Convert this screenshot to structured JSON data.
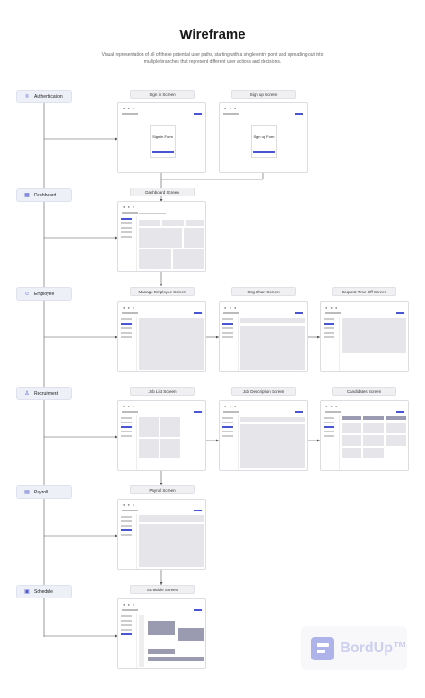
{
  "header": {
    "title": "Wireframe",
    "subtitle": "Visual representation of all of these potential user paths, starting with a single entry point and spreading out into multiple branches that represent different user actions and decisions."
  },
  "sections": [
    {
      "label": "Authentication",
      "icon": "fingerprint-icon"
    },
    {
      "label": "Dashboard",
      "icon": "dashboard-icon"
    },
    {
      "label": "Employee",
      "icon": "users-icon"
    },
    {
      "label": "Recruitment",
      "icon": "user-add-icon"
    },
    {
      "label": "Payroll",
      "icon": "document-icon"
    },
    {
      "label": "Schedule",
      "icon": "calendar-icon"
    }
  ],
  "screens": {
    "sign_in": {
      "label": "Sign in Screen",
      "form": "Sign in Form"
    },
    "sign_up": {
      "label": "Sign up Screen",
      "form": "Sign up Form"
    },
    "dashboard": {
      "label": "Dashboard Screen"
    },
    "manage_employee": {
      "label": "Manage Employee Screen"
    },
    "org_chart": {
      "label": "Org Chart Screen"
    },
    "request_time_off": {
      "label": "Request Time Off Screen"
    },
    "job_list": {
      "label": "Job List Screen"
    },
    "job_description": {
      "label": "Job Description Screen"
    },
    "candidates": {
      "label": "Candidates Screen"
    },
    "payroll": {
      "label": "Payroll Screen"
    },
    "schedule": {
      "label": "Schedule Screen"
    }
  },
  "brand": {
    "name": "BordUp™"
  },
  "colors": {
    "accent": "#4a55d4",
    "line": "#555555"
  }
}
